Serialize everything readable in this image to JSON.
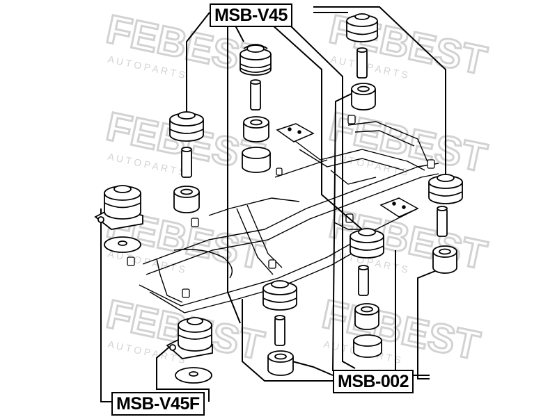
{
  "labels": {
    "msb_v45": "MSB-V45",
    "msb_002": "MSB-002",
    "msb_v45f": "MSB-V45F"
  },
  "watermark": {
    "brand": "FEBEST",
    "tagline": "A U T O   P A R T S"
  },
  "colors": {
    "line": "#000000",
    "watermark": "#cfcfcf",
    "background": "#ffffff"
  }
}
